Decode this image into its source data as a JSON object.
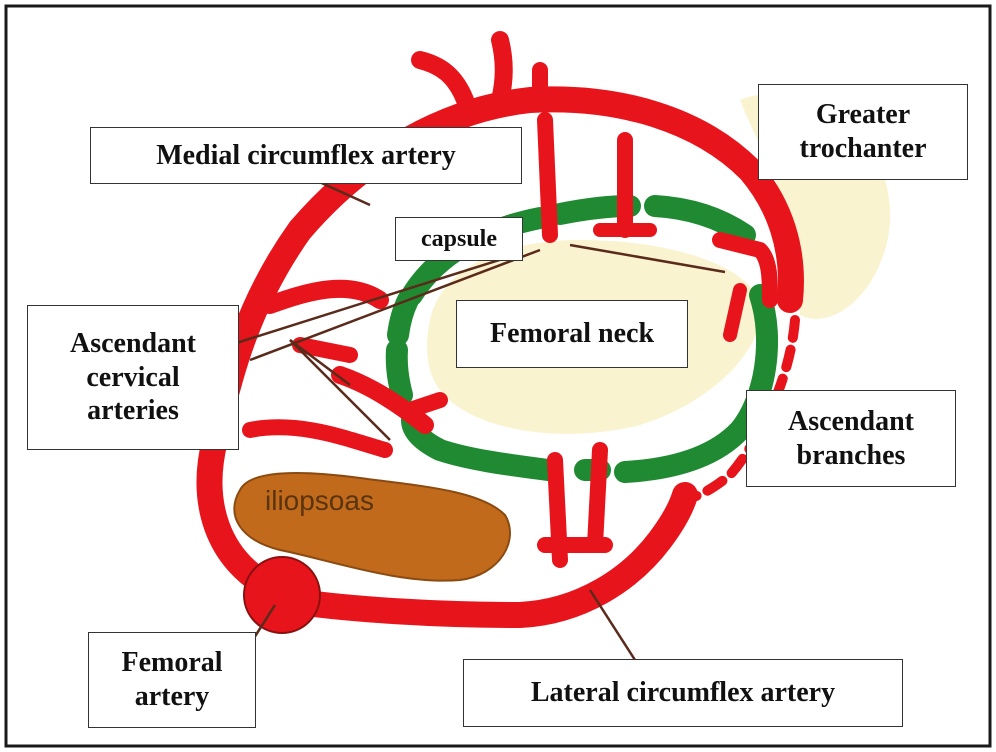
{
  "labels": {
    "medial_circumflex": "Medial circumflex artery",
    "greater_trochanter": [
      "Greater",
      "trochanter"
    ],
    "capsule": "capsule",
    "femoral_neck": "Femoral neck",
    "ascendant_cervical": [
      "Ascendant",
      "cervical",
      "arteries"
    ],
    "ascendant_branches": [
      "Ascendant",
      "branches"
    ],
    "iliopsoas": "iliopsoas",
    "femoral_artery": [
      "Femoral",
      "artery"
    ],
    "lateral_circumflex": "Lateral circumflex artery"
  },
  "colors": {
    "artery": "#e8141c",
    "capsule": "#1f8a32",
    "bone": "#faf3cf",
    "muscle": "#c26a1c",
    "leader": "#5a2a1a"
  }
}
